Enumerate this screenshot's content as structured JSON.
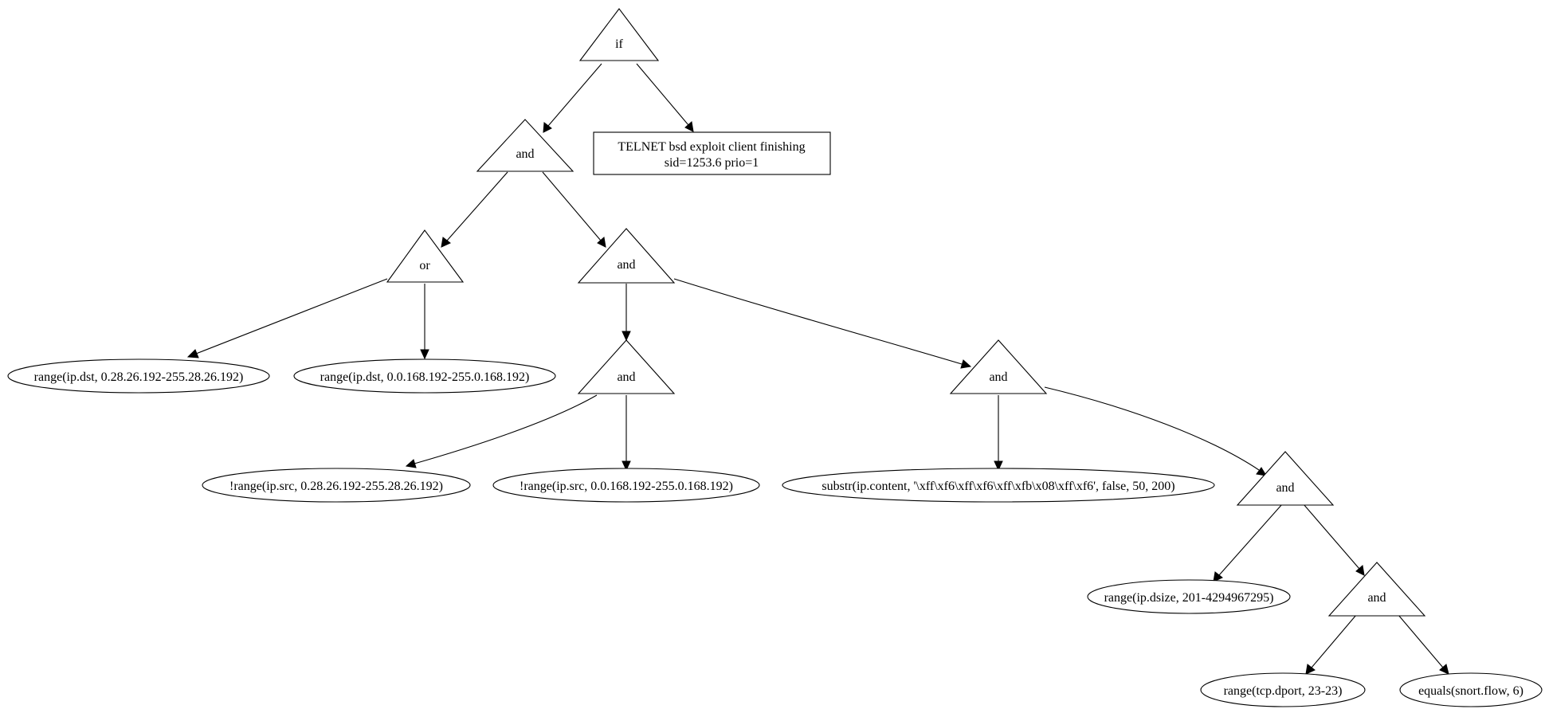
{
  "nodes": {
    "if": "if",
    "and1": "and",
    "action_line1": "TELNET bsd exploit client finishing",
    "action_line2": "sid=1253.6 prio=1",
    "or": "or",
    "and2": "and",
    "range_dst_1": "range(ip.dst, 0.28.26.192-255.28.26.192)",
    "range_dst_2": "range(ip.dst, 0.0.168.192-255.0.168.192)",
    "and3": "and",
    "and4": "and",
    "notrange_src_1": "!range(ip.src, 0.28.26.192-255.28.26.192)",
    "notrange_src_2": "!range(ip.src, 0.0.168.192-255.0.168.192)",
    "substr": "substr(ip.content, '\\xff\\xf6\\xff\\xf6\\xff\\xfb\\x08\\xff\\xf6', false, 50, 200)",
    "and5": "and",
    "range_dsize": "range(ip.dsize, 201-4294967295)",
    "and6": "and",
    "range_dport": "range(tcp.dport, 23-23)",
    "equals_flow": "equals(snort.flow, 6)"
  }
}
